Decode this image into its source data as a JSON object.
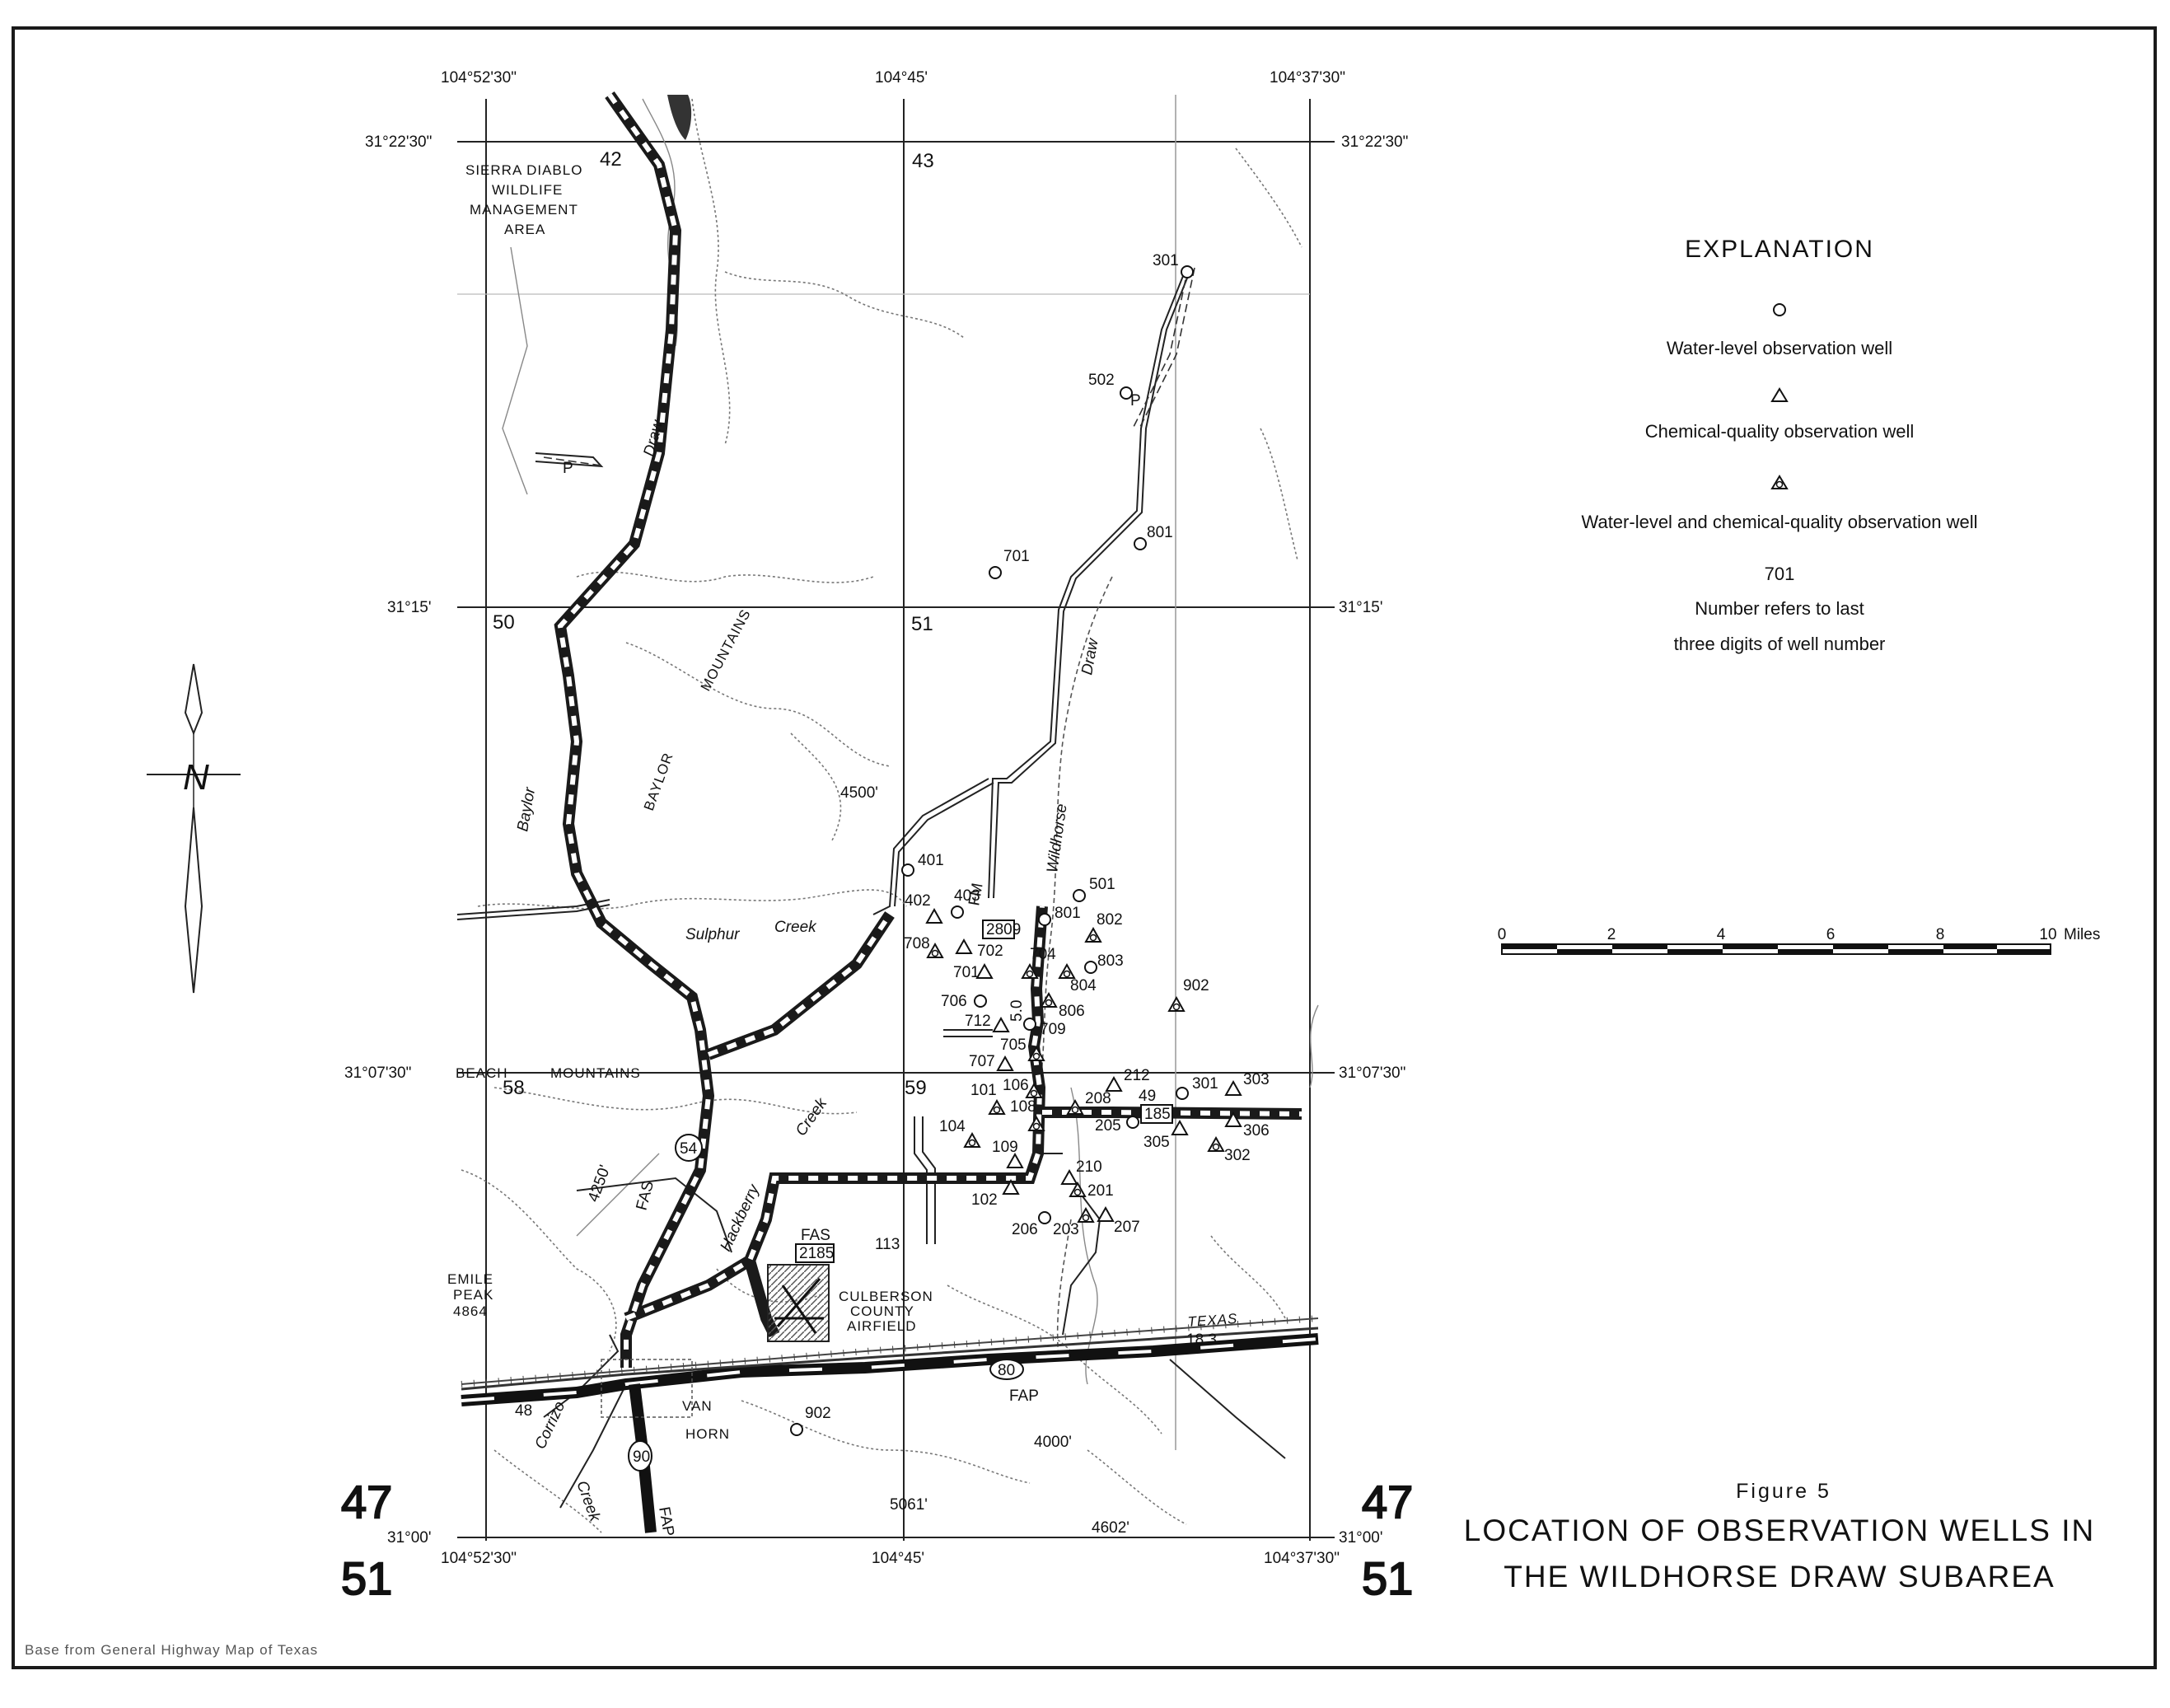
{
  "figure": {
    "number": "Figure 5",
    "title_line1": "LOCATION OF OBSERVATION WELLS IN",
    "title_line2": "THE WILDHORSE DRAW SUBAREA",
    "credit": "Base from General Highway Map of Texas"
  },
  "explanation": {
    "heading": "EXPLANATION",
    "water_level": "Water-level observation well",
    "chemical": "Chemical-quality observation well",
    "both": "Water-level and chemical-quality observation well",
    "example_number": "701",
    "note_line1": "Number refers to last",
    "note_line2": "three digits of well number"
  },
  "scale": {
    "ticks": [
      "0",
      "2",
      "4",
      "6",
      "8",
      "10"
    ],
    "unit": "Miles"
  },
  "coords": {
    "lon_w": "104°52'30\"",
    "lon_c": "104°45'",
    "lon_e": "104°37'30\"",
    "lat_n": "31°22'30\"",
    "lat_m": "31°15'",
    "lat_s2": "31°07'30\"",
    "lat_s": "31°00'"
  },
  "grid": [
    "42",
    "43",
    "50",
    "51",
    "58",
    "59"
  ],
  "quads": {
    "top": "47",
    "bottom": "51"
  },
  "places": {
    "sierra1": "SIERRA DIABLO",
    "sierra2": "WILDLIFE",
    "sierra3": "MANAGEMENT",
    "sierra4": "AREA",
    "draw_n": "Draw",
    "baylor_mtns1": "BAYLOR",
    "baylor_mtns2": "MOUNTAINS",
    "baylor_creek": "Baylor",
    "sulphur": "Sulphur",
    "creek": "Creek",
    "wildhorse": "Wildhorse",
    "draw_e": "Draw",
    "hackberry": "Hackberry",
    "creek2": "Creek",
    "beach": "BEACH",
    "mountains": "MOUNTAINS",
    "emile1": "EMILE",
    "emile2": "PEAK",
    "emile3": "4864",
    "airfield1": "CULBERSON",
    "airfield2": "COUNTY",
    "airfield3": "AIRFIELD",
    "van": "VAN",
    "horn": "HORN",
    "corrizo": "Corrizo",
    "creek3": "Creek",
    "texas": "TEXAS",
    "elev_4500": "4500'",
    "elev_4250": "4250'",
    "elev_4000": "4000'",
    "elev_5061": "5061'",
    "elev_4602": "4602'",
    "fas": "FAS",
    "fas2": "FAS",
    "fap": "FAP",
    "fap2": "FAP",
    "fm": "FM",
    "r2809": "2809",
    "r2185": "2185",
    "r113": "113",
    "r54": "54",
    "r185": "185",
    "r49": "49",
    "r183": "18.3",
    "r80": "80",
    "r90": "90",
    "r48": "48",
    "r50": "5.0",
    "p1": "P",
    "p2": "P",
    "north": "N"
  },
  "wells": [
    {
      "id": "301",
      "label": "301",
      "type": "water"
    },
    {
      "id": "502",
      "label": "502",
      "type": "water"
    },
    {
      "id": "801n",
      "label": "801",
      "type": "water"
    },
    {
      "id": "701n",
      "label": "701",
      "type": "water"
    },
    {
      "id": "401",
      "label": "401",
      "type": "water"
    },
    {
      "id": "402",
      "label": "402",
      "type": "chem"
    },
    {
      "id": "403",
      "label": "403",
      "type": "water"
    },
    {
      "id": "501",
      "label": "501",
      "type": "water"
    },
    {
      "id": "801s",
      "label": "801",
      "type": "water"
    },
    {
      "id": "802",
      "label": "802",
      "type": "both"
    },
    {
      "id": "708",
      "label": "708",
      "type": "both"
    },
    {
      "id": "702",
      "label": "702",
      "type": "chem"
    },
    {
      "id": "704",
      "label": "704",
      "type": "both"
    },
    {
      "id": "803",
      "label": "803",
      "type": "water"
    },
    {
      "id": "701s",
      "label": "701",
      "type": "chem"
    },
    {
      "id": "804",
      "label": "804",
      "type": "both"
    },
    {
      "id": "902n",
      "label": "902",
      "type": "both"
    },
    {
      "id": "706",
      "label": "706",
      "type": "water"
    },
    {
      "id": "806",
      "label": "806",
      "type": "both"
    },
    {
      "id": "712",
      "label": "712",
      "type": "chem"
    },
    {
      "id": "709",
      "label": "709",
      "type": "water"
    },
    {
      "id": "705",
      "label": "705",
      "type": "both"
    },
    {
      "id": "707",
      "label": "707",
      "type": "chem"
    },
    {
      "id": "212",
      "label": "212",
      "type": "chem"
    },
    {
      "id": "301s",
      "label": "301",
      "type": "water"
    },
    {
      "id": "303",
      "label": "303",
      "type": "chem"
    },
    {
      "id": "101",
      "label": "101",
      "type": "both"
    },
    {
      "id": "106",
      "label": "106",
      "type": "both"
    },
    {
      "id": "108",
      "label": "108",
      "type": "both"
    },
    {
      "id": "208",
      "label": "208",
      "type": "both"
    },
    {
      "id": "205",
      "label": "205",
      "type": "water"
    },
    {
      "id": "305",
      "label": "305",
      "type": "chem"
    },
    {
      "id": "306",
      "label": "306",
      "type": "chem"
    },
    {
      "id": "104",
      "label": "104",
      "type": "both"
    },
    {
      "id": "109",
      "label": "109",
      "type": "chem"
    },
    {
      "id": "302",
      "label": "302",
      "type": "both"
    },
    {
      "id": "210",
      "label": "210",
      "type": "chem"
    },
    {
      "id": "201",
      "label": "201",
      "type": "both"
    },
    {
      "id": "102",
      "label": "102",
      "type": "chem"
    },
    {
      "id": "206",
      "label": "206",
      "type": "water"
    },
    {
      "id": "203",
      "label": "203",
      "type": "both"
    },
    {
      "id": "207",
      "label": "207",
      "type": "chem"
    },
    {
      "id": "902s",
      "label": "902",
      "type": "water"
    }
  ]
}
